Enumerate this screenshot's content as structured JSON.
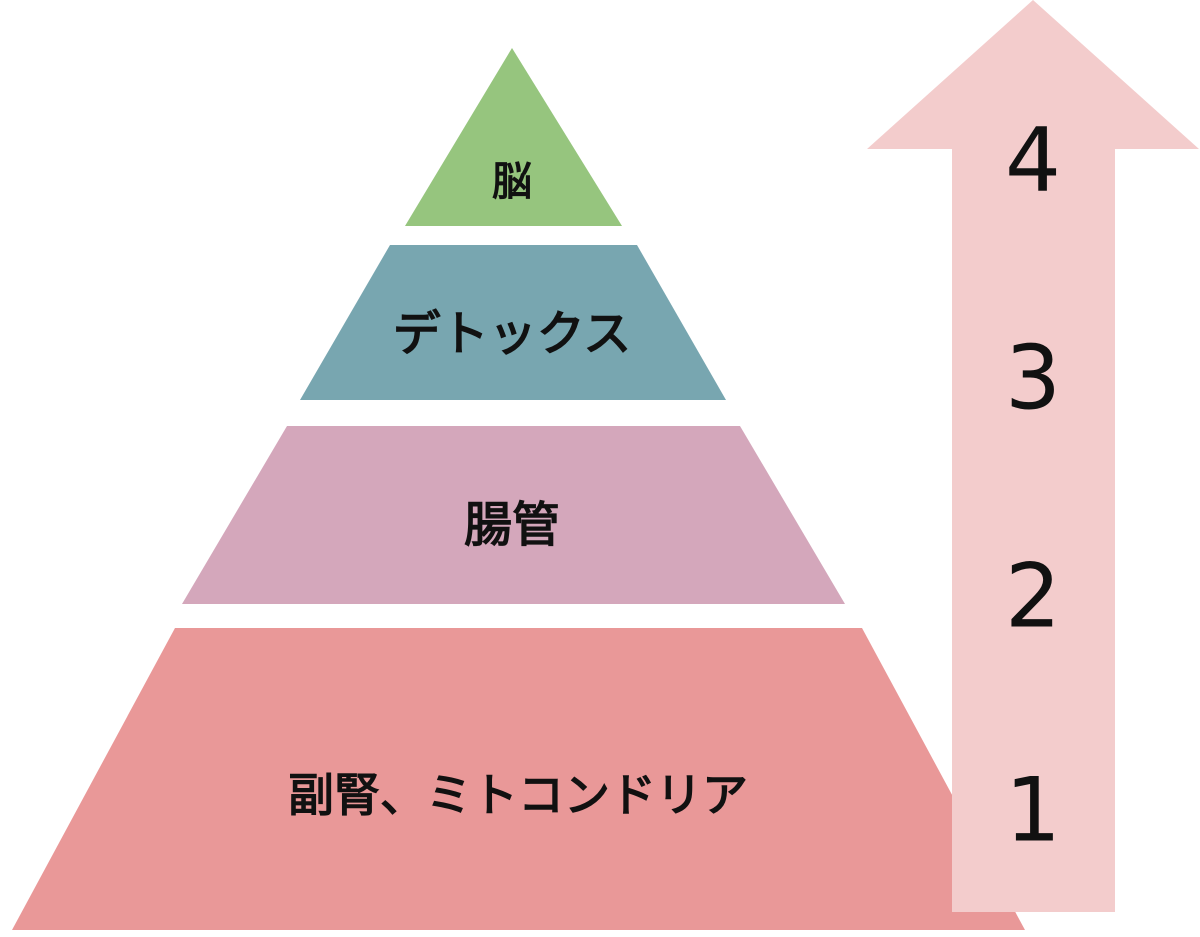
{
  "pyramid": {
    "tiers": [
      {
        "label": "脳",
        "color": "#96c57e"
      },
      {
        "label": "デトックス",
        "color": "#78a6b0"
      },
      {
        "label": "腸管",
        "color": "#d4a7bb"
      },
      {
        "label": "副腎、ミトコンドリア",
        "color": "#e99898"
      }
    ]
  },
  "arrow": {
    "color": "#f3cccc",
    "steps": [
      "4",
      "3",
      "2",
      "1"
    ]
  }
}
